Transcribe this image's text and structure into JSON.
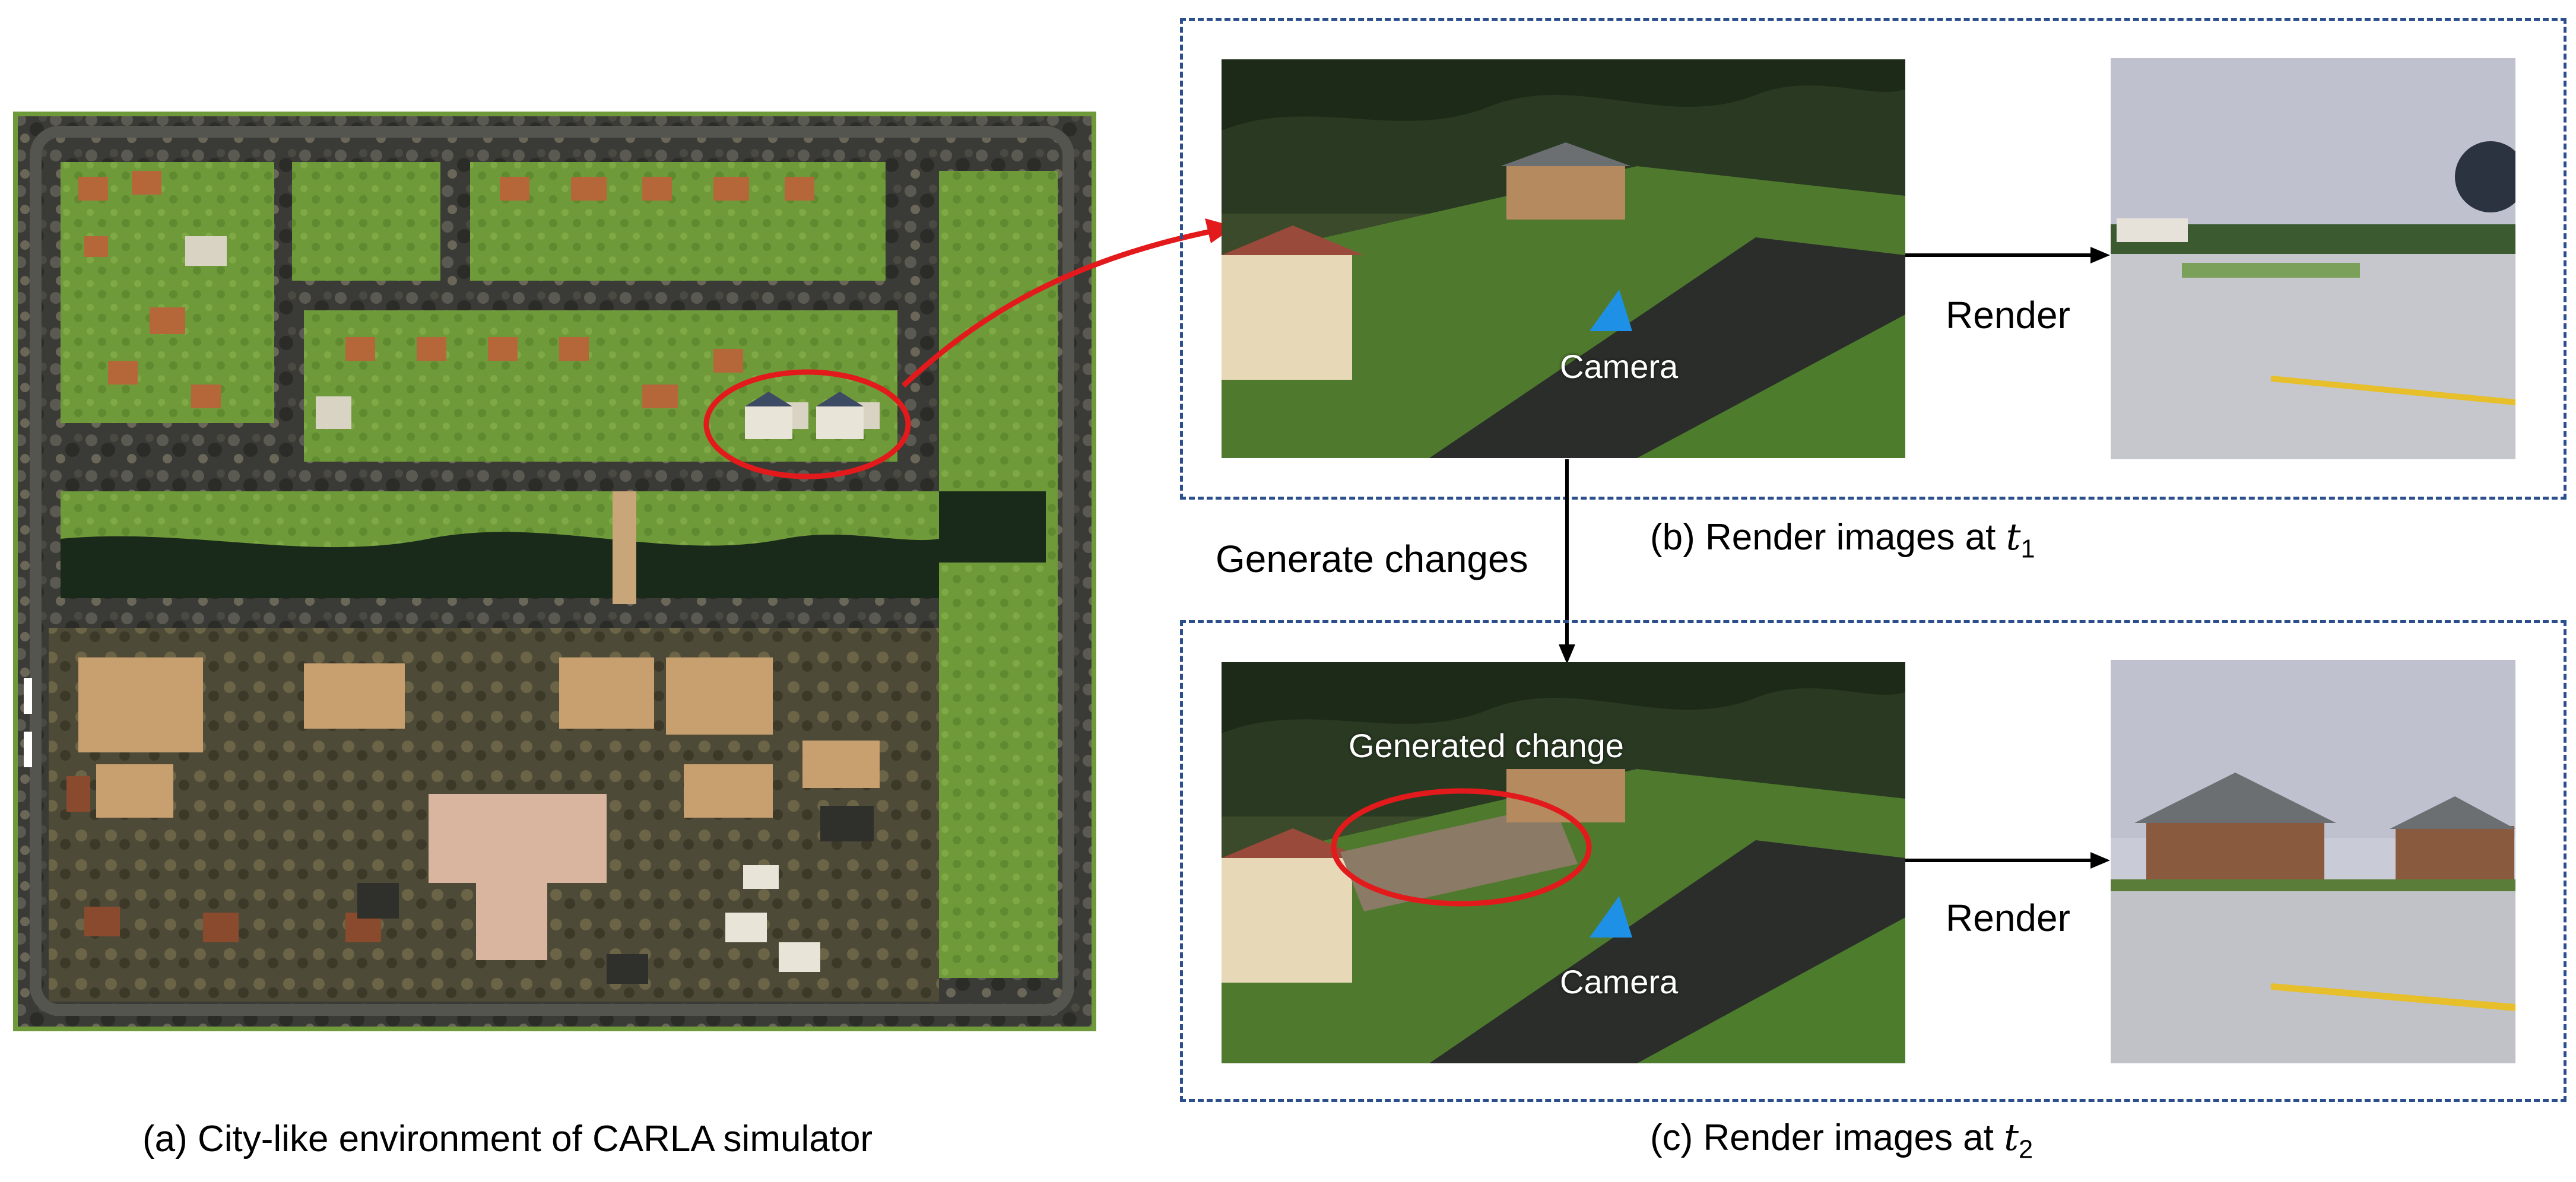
{
  "figure": {
    "caption_a": "(a) City-like environment of CARLA simulator",
    "caption_b_text": "(b) Render images at ",
    "caption_b_var": "t",
    "caption_b_sub": "1",
    "caption_c_text": "(c) Render images at ",
    "caption_c_var": "t",
    "caption_c_sub": "2",
    "render_label_top": "Render",
    "render_label_bottom": "Render",
    "generate_changes_label": "Generate changes",
    "camera_label_top": "Camera",
    "camera_label_bottom": "Camera",
    "generated_change_label": "Generated change"
  },
  "colors": {
    "dashed_box": "#2b4e8c",
    "highlight": "#e31a1c",
    "camera_marker": "#1e90e6",
    "arrow": "#000000"
  }
}
